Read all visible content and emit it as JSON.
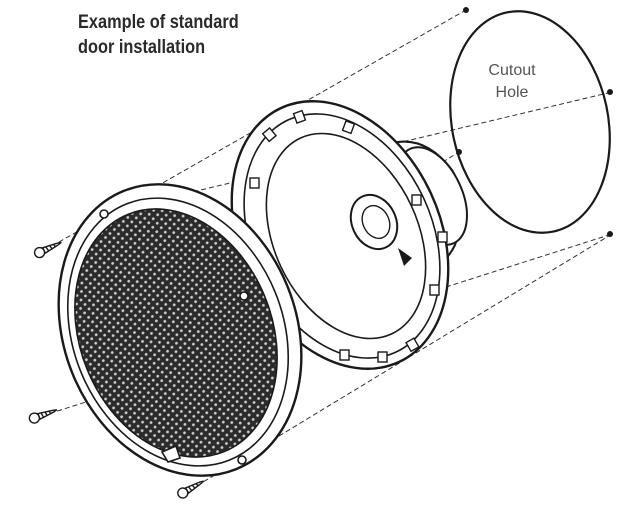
{
  "title": {
    "line1": "Example of standard",
    "line2": "door installation"
  },
  "cutout_label": {
    "line1": "Cutout",
    "line2": "Hole"
  },
  "colors": {
    "ink": "#1a1a1a",
    "grille": "#2e2e2e",
    "label": "#555555"
  },
  "icons": [
    "screw-icon",
    "cutout-hole-outline",
    "speaker-grille",
    "speaker-driver"
  ]
}
